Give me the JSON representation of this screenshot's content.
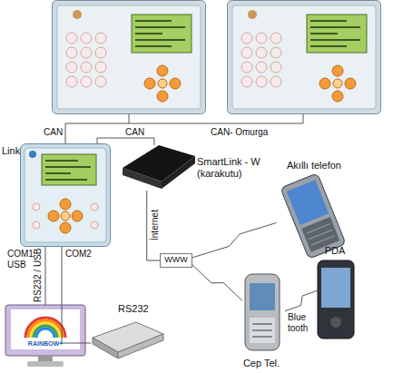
{
  "diagram": {
    "nodes": [
      {
        "text": [
          "Link"
        ]
      },
      {
        "text": [
          "SmartLink - W (karakutu)"
        ]
      },
      {
        "text": [
          "WWW"
        ]
      },
      {
        "text": [
          "Akıllı telefon"
        ]
      },
      {
        "text": [
          "Cep Tel."
        ]
      },
      {
        "text": [
          "PDA"
        ]
      },
      {
        "text": [
          "RS232"
        ]
      },
      {
        "text": [
          "RAINBOW+"
        ]
      }
    ],
    "edges": [
      {
        "from": 0,
        "to": 1,
        "label": "CAN",
        "arrow": "none"
      },
      {
        "from": 1,
        "to": 2,
        "label": "İnternet",
        "arrow": "none"
      },
      {
        "from": 2,
        "to": 3,
        "arrow": "none"
      },
      {
        "from": 2,
        "to": 4,
        "arrow": "none"
      },
      {
        "from": 4,
        "to": 5,
        "label": "Blue tooth",
        "arrow": "none"
      },
      {
        "from": 0,
        "to": 7,
        "label": "RS232 / USB",
        "arrow": "none"
      },
      {
        "from": 0,
        "to": 6,
        "arrow": "none"
      }
    ],
    "labels": [
      "CAN",
      "CAN- Omurga",
      "COM1 USB",
      "COM2"
    ]
  }
}
